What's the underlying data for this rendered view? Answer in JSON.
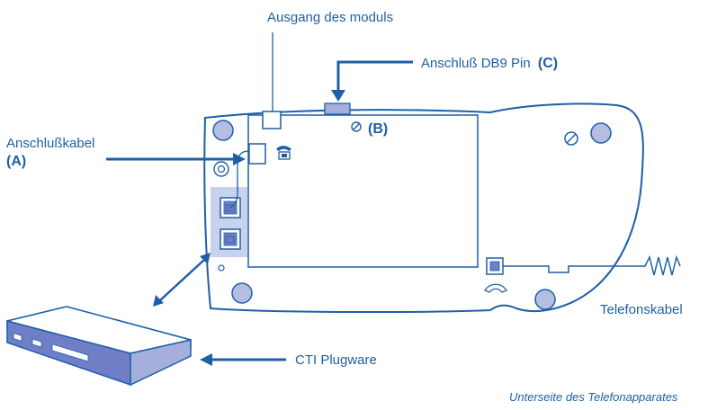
{
  "labels": {
    "ausgang": "Ausgang des moduls",
    "anschluss_db9": "Anschluß DB9 Pin",
    "anschluss_db9_tag": "(C)",
    "b_tag": "(B)",
    "anschlusskabel": "Anschlußkabel",
    "anschlusskabel_tag": "(A)",
    "telefonskabel": "Telefonskabel",
    "cti": "CTI Plugware",
    "caption": "Unterseite des Telefonapparates"
  },
  "colors": {
    "accent": "#1f5fa6",
    "fill_light": "#c9d2ec",
    "fill_module": "#a4afdc",
    "screw": "#b5bde3"
  },
  "icons": [
    "handset-icon",
    "phone-jack-icon",
    "screw-icon",
    "cti-module-icon"
  ]
}
